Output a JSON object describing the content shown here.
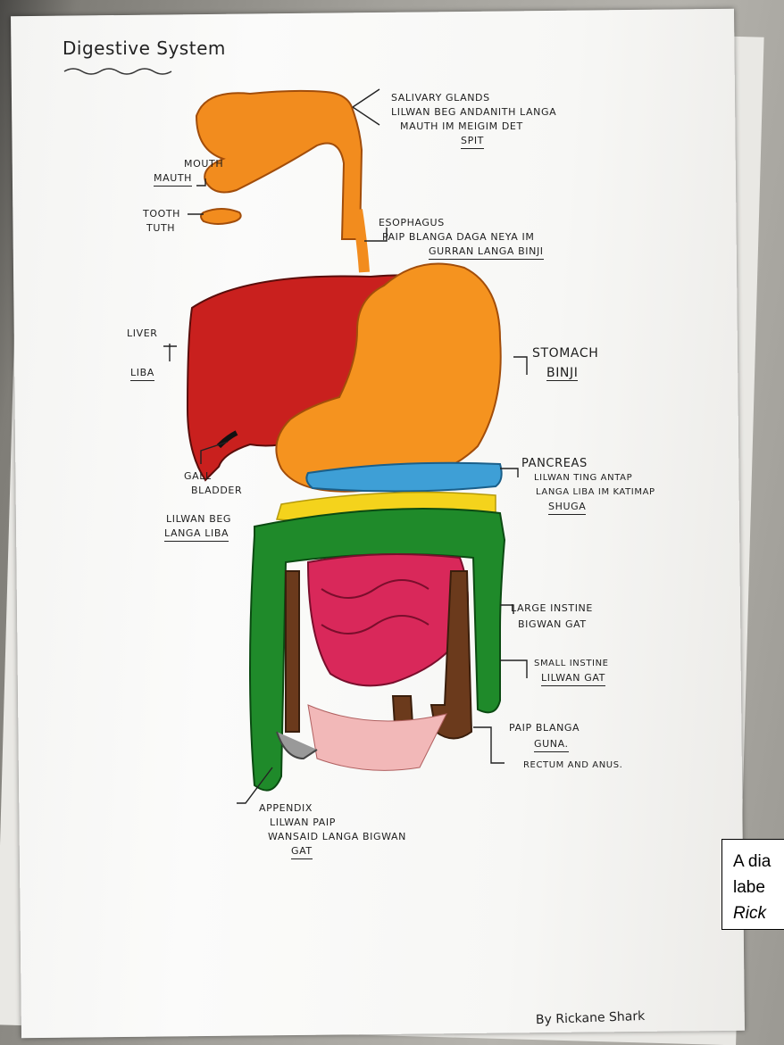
{
  "title": "Digestive System",
  "labels": {
    "salivary_1": "SALIVARY GLANDS",
    "salivary_2": "LILWAN BEG ANDANITH LANGA",
    "salivary_3": "MAUTH IM MEIGIM DET",
    "salivary_4": "SPIT",
    "mouth": "MOUTH",
    "mauth": "MAUTH",
    "tooth": "TOOTH",
    "tuth": "TUTH",
    "esophagus_1": "ESOPHAGUS",
    "esophagus_2": "PAIP BLANGA DAGA NEYA IM",
    "esophagus_3": "GURRAN LANGA BINJI",
    "liver": "LIVER",
    "liba": "LIBA",
    "stomach": "STOMACH",
    "binji": "BINJI",
    "gall_1": "GALL",
    "gall_2": "BLADDER",
    "gall_3": "LILWAN BEG",
    "gall_4": "LANGA LIBA",
    "pancreas_1": "PANCREAS",
    "pancreas_2": "LILWAN TING ANTAP",
    "pancreas_3": "LANGA LIBA IM KATIMAP",
    "pancreas_4": "SHUGA",
    "large_1": "LARGE INSTINE",
    "large_2": "BIGWAN GAT",
    "small_1": "SMALL INSTINE",
    "small_2": "LILWAN GAT",
    "rectum_1": "PAIP BLANGA",
    "rectum_2": "GUNA.",
    "rectum_3": "RECTUM AND ANUS.",
    "appendix_1": "APPENDIX",
    "appendix_2": "LILWAN PAIP",
    "appendix_3": "WANSAID LANGA BIGWAN",
    "appendix_4": "GAT"
  },
  "byline": "By Rickane Shark",
  "caption": {
    "line1": "A dia",
    "line2": "labe",
    "line3": "Rick"
  },
  "colors": {
    "mouth_esophagus": "#f28c1e",
    "liver": "#c9201e",
    "stomach": "#f5931f",
    "pancreas": "#3e9fd6",
    "yellow_band": "#f4d31c",
    "large_intestine": "#1f8a2a",
    "small_intestine": "#d9285a",
    "rectum": "#6b3a1c"
  }
}
